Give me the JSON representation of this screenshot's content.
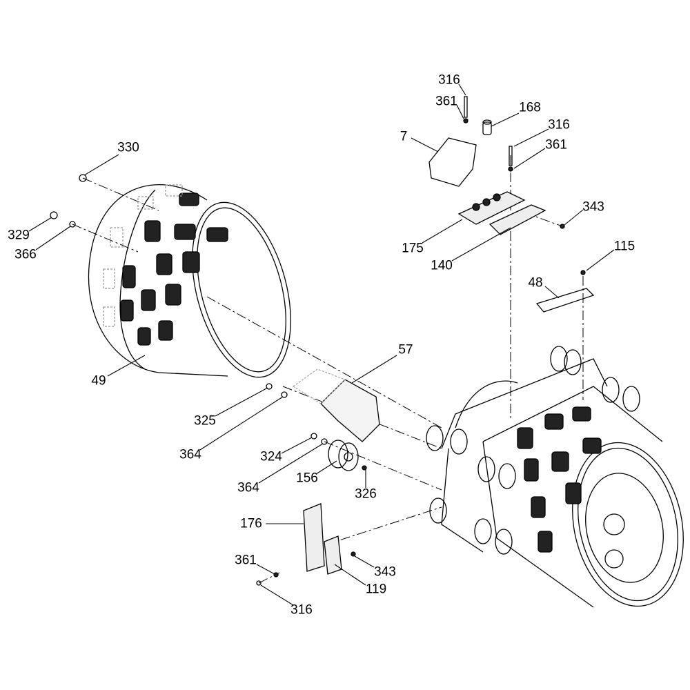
{
  "title": "Exploded parts diagram",
  "labels": [
    {
      "text": "316"
    },
    {
      "text": "361"
    },
    {
      "text": "168"
    },
    {
      "text": "7"
    },
    {
      "text": "316"
    },
    {
      "text": "361"
    },
    {
      "text": "330"
    },
    {
      "text": "343"
    },
    {
      "text": "329"
    },
    {
      "text": "366"
    },
    {
      "text": "175"
    },
    {
      "text": "140"
    },
    {
      "text": "115"
    },
    {
      "text": "48"
    },
    {
      "text": "57"
    },
    {
      "text": "49"
    },
    {
      "text": "325"
    },
    {
      "text": "364"
    },
    {
      "text": "324"
    },
    {
      "text": "364"
    },
    {
      "text": "156"
    },
    {
      "text": "326"
    },
    {
      "text": "176"
    },
    {
      "text": "361"
    },
    {
      "text": "343"
    },
    {
      "text": "119"
    },
    {
      "text": "316"
    }
  ]
}
